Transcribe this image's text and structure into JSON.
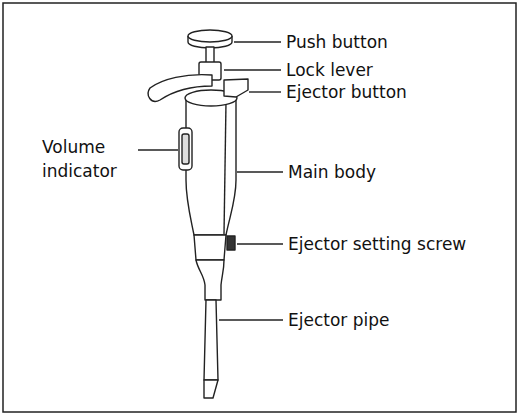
{
  "diagram": {
    "labels": [
      "Push button",
      "Lock lever",
      "Ejector button",
      "Volume indicator",
      "Main body",
      "Ejector setting screw",
      "Ejector pipe"
    ]
  }
}
